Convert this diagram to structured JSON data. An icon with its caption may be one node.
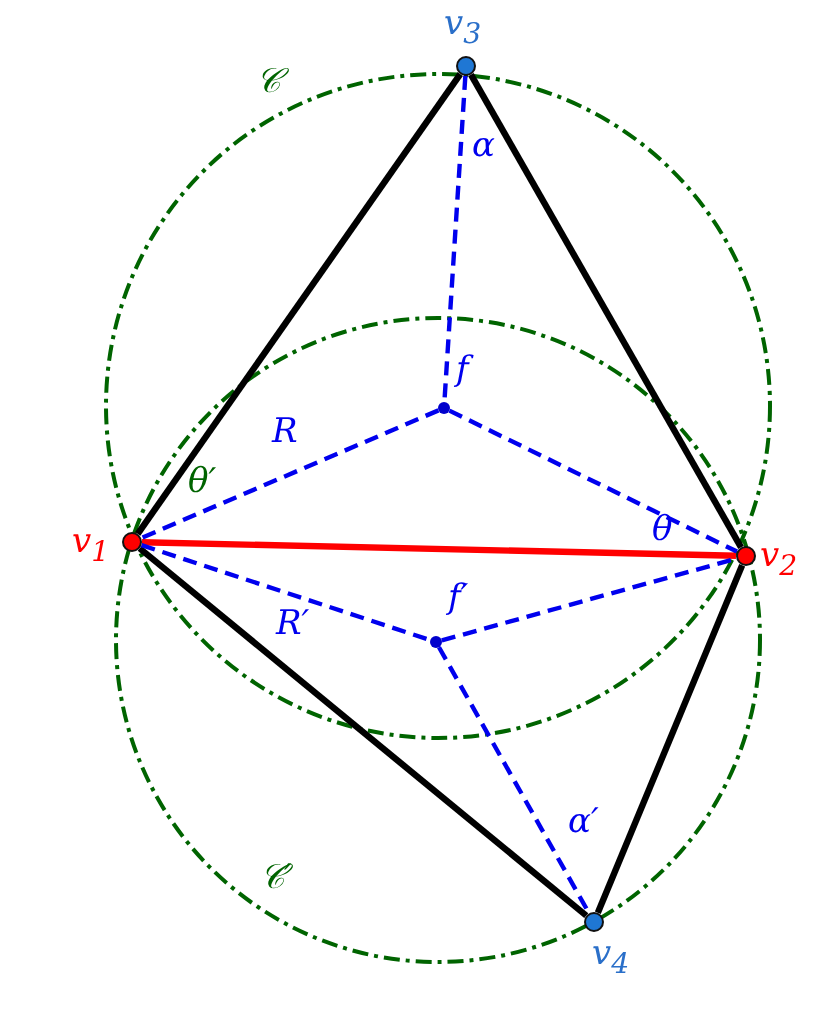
{
  "diagram": {
    "nodes": [
      {
        "text": [
          "v$_{3}$"
        ]
      },
      {
        "text": [
          "f"
        ]
      },
      {
        "text": [
          "v$_{1}$"
        ]
      },
      {
        "text": [
          "v$_{2}$"
        ]
      },
      {
        "text": [
          "f′"
        ]
      },
      {
        "text": [
          "v$_{4}$"
        ]
      }
    ],
    "edges": [
      {
        "from": 2,
        "to": 0,
        "arrow": "none",
        "color": "#000000"
      },
      {
        "from": 0,
        "to": 3,
        "arrow": "none",
        "color": "#000000"
      },
      {
        "from": 2,
        "to": 5,
        "arrow": "none",
        "color": "#000000"
      },
      {
        "from": 5,
        "to": 3,
        "arrow": "none",
        "color": "#000000"
      },
      {
        "from": 2,
        "to": 3,
        "arrow": "none",
        "color": "#ff0000"
      },
      {
        "from": 0,
        "to": 1,
        "arrow": "none",
        "style": "dashed"
      },
      {
        "from": 1,
        "to": 2,
        "arrow": "none",
        "style": "dashed",
        "label": "R"
      },
      {
        "from": 1,
        "to": 3,
        "arrow": "none",
        "style": "dashed"
      },
      {
        "from": 2,
        "to": 4,
        "arrow": "none",
        "style": "dashed",
        "label": "R′"
      },
      {
        "from": 4,
        "to": 3,
        "arrow": "none",
        "style": "dashed"
      },
      {
        "from": 4,
        "to": 5,
        "arrow": "none",
        "style": "dashed"
      }
    ],
    "labels": [
      "𝒞",
      "α",
      "θ′",
      "θ",
      "α′",
      "𝒞′"
    ]
  }
}
